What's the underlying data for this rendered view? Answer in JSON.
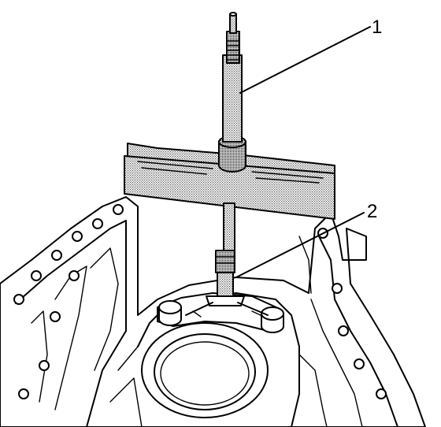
{
  "callouts": [
    {
      "label": "1",
      "part": "puller"
    },
    {
      "label": "2",
      "part": "adapter"
    }
  ],
  "colors": {
    "ink": "#000000",
    "paper": "#ffffff",
    "shading": "#9a9a9a"
  }
}
